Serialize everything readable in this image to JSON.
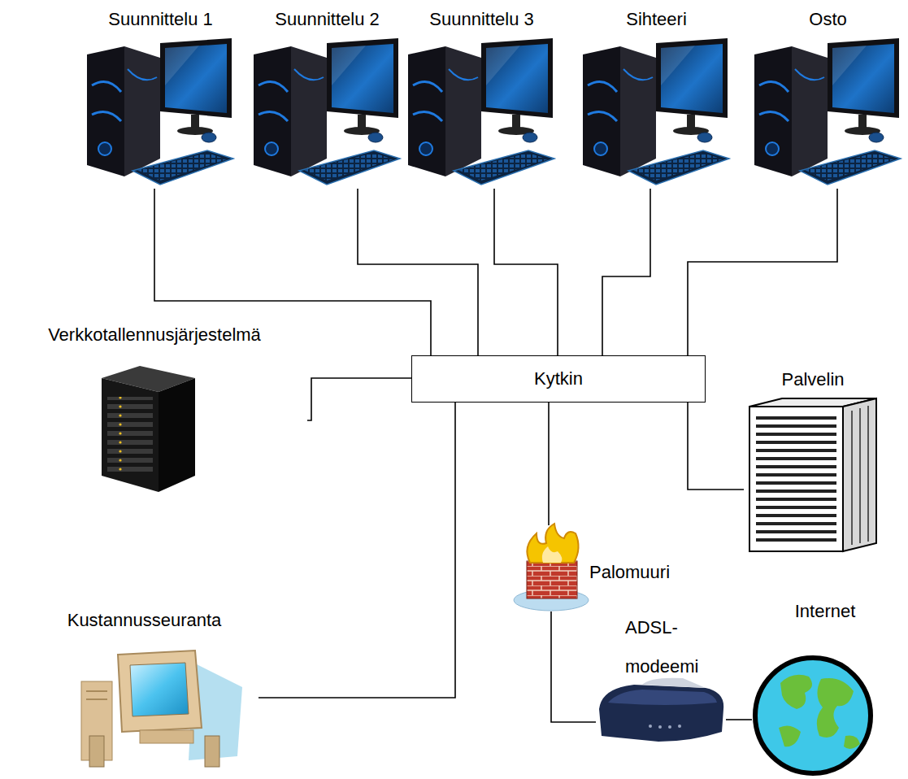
{
  "diagram": {
    "nodes": [
      {
        "text": [
          "Suunnittelu 1"
        ]
      },
      {
        "text": [
          "Suunnittelu 2"
        ]
      },
      {
        "text": [
          "Suunnittelu 3"
        ]
      },
      {
        "text": [
          "Sihteeri"
        ]
      },
      {
        "text": [
          "Osto"
        ]
      },
      {
        "text": [
          "Verkkotallennusjärjestelmä"
        ]
      },
      {
        "text": [
          "Kytkin"
        ]
      },
      {
        "text": [
          "Palvelin"
        ]
      },
      {
        "text": [
          "Palomuuri"
        ]
      },
      {
        "text": [
          "Kustannusseuranta"
        ]
      },
      {
        "text": [
          "ADSL- modeemi"
        ]
      },
      {
        "text": [
          "Internet"
        ]
      }
    ],
    "edges": [
      {
        "from": 0,
        "to": 6,
        "arrow": "none"
      },
      {
        "from": 1,
        "to": 6,
        "arrow": "none"
      },
      {
        "from": 2,
        "to": 6,
        "arrow": "none"
      },
      {
        "from": 3,
        "to": 6,
        "arrow": "none"
      },
      {
        "from": 4,
        "to": 6,
        "arrow": "none"
      },
      {
        "from": 5,
        "to": 6,
        "arrow": "none"
      },
      {
        "from": 6,
        "to": 7,
        "arrow": "none"
      },
      {
        "from": 6,
        "to": 8,
        "arrow": "none"
      },
      {
        "from": 6,
        "to": 9,
        "arrow": "none"
      },
      {
        "from": 8,
        "to": 10,
        "arrow": "none"
      },
      {
        "from": 10,
        "to": 11,
        "arrow": "none"
      }
    ]
  }
}
